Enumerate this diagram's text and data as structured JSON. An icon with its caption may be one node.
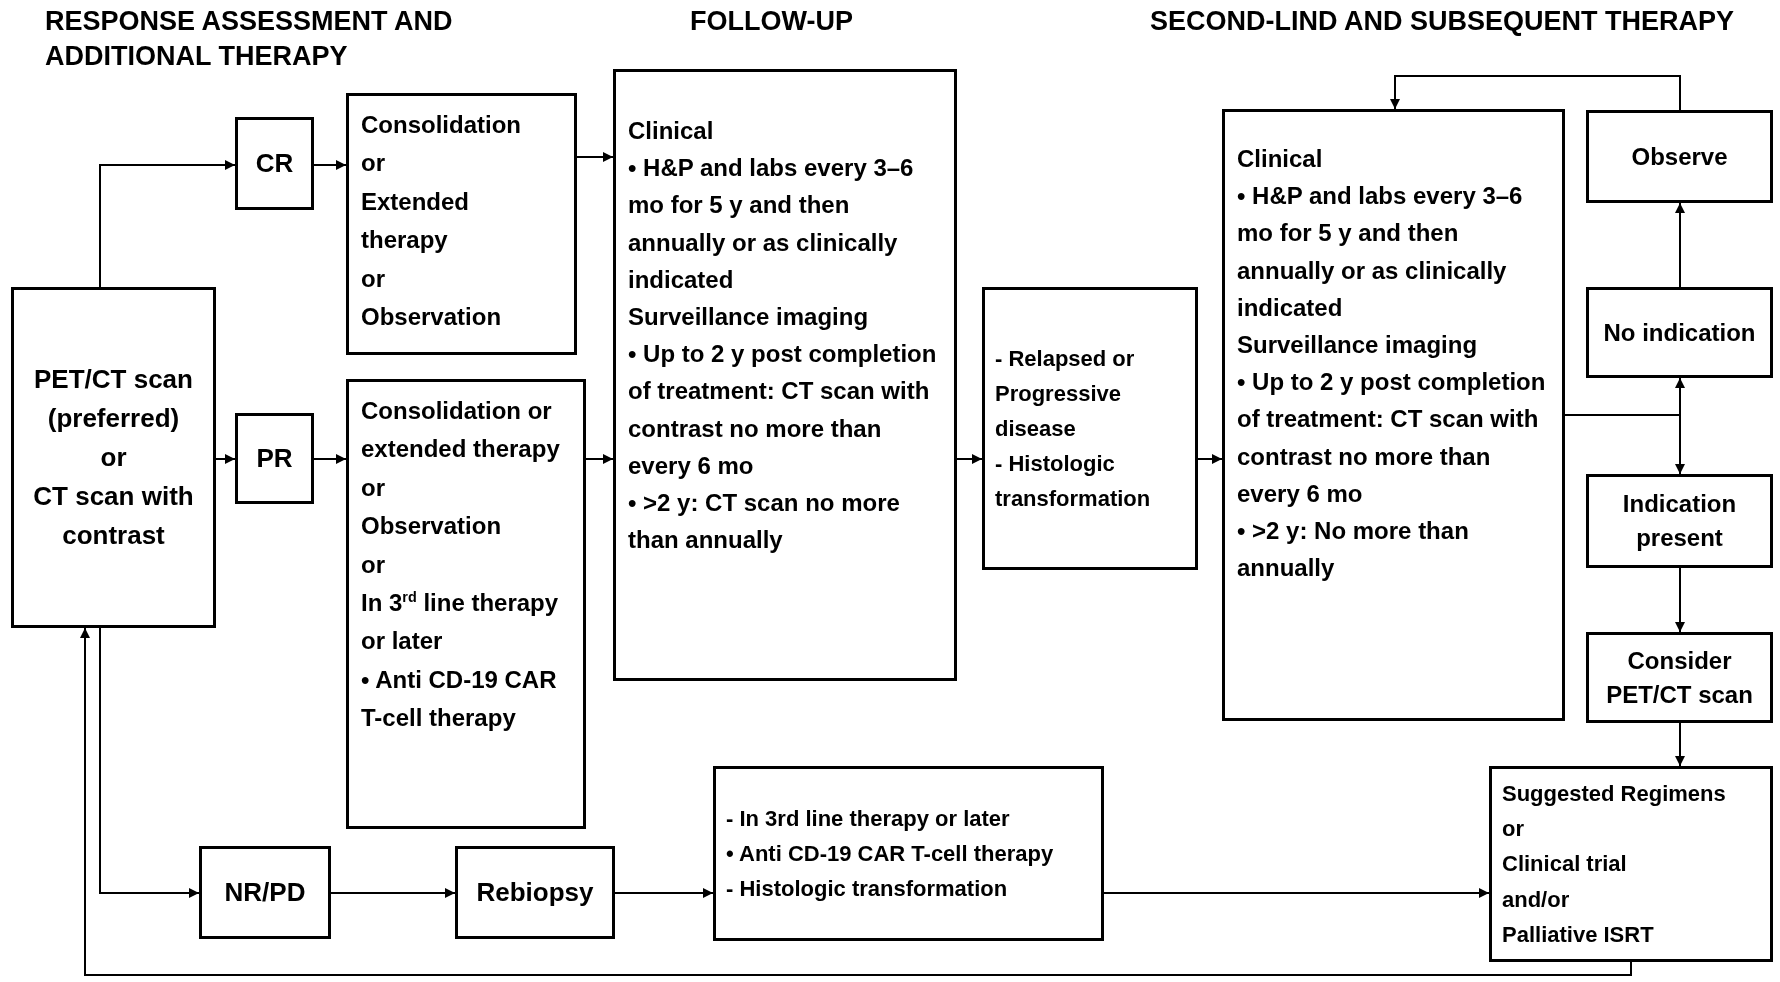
{
  "diagram": {
    "nodes": [
      {
        "text": [
          "PET/CT scan (preferred)",
          "or",
          "CT scan with contrast"
        ]
      },
      {
        "text": [
          "CR"
        ]
      },
      {
        "text": [
          "PR"
        ]
      },
      {
        "text": [
          "NR/PD"
        ]
      },
      {
        "text": [
          "Consolidation",
          "or",
          "Extended therapy",
          "or",
          "Observation"
        ]
      },
      {
        "text": [
          "Consolidation or extended therapy",
          "or",
          "Observation",
          "or",
          "In 3$^{rd}$ line therapy or later",
          "• Anti CD-19 CAR T-cell therapy"
        ]
      },
      {
        "text": [
          "Rebiopsy"
        ]
      },
      {
        "text": [
          "Clinical",
          "• H&P and labs every 3–6 mo for 5 y and then annually or as clinically indicated",
          "Surveillance imaging",
          "• Up to 2 y post completion of treatment: CT scan with contrast no more than every 6 mo",
          "• >2 y: CT scan no more than annually"
        ]
      },
      {
        "text": [
          "- Relapsed or Progressive disease",
          "- Histologic transformation"
        ]
      },
      {
        "text": [
          "- In 3rd line therapy or later",
          "• Anti CD-19 CAR T-cell therapy",
          "- Histologic transformation"
        ]
      },
      {
        "text": [
          "Clinical",
          "• H&P and labs every 3–6 mo for 5 y and then annually or as clinically indicated",
          "Surveillance imaging",
          "• Up to 2 y post completion of treatment: CT scan with contrast no more than every 6 mo",
          "• >2 y: No more than annually"
        ]
      },
      {
        "text": [
          "Observe"
        ]
      },
      {
        "text": [
          "No indication"
        ]
      },
      {
        "text": [
          "Indication present"
        ]
      },
      {
        "text": [
          "Consider PET/CT scan"
        ]
      },
      {
        "text": [
          "Suggested Regimens",
          "or",
          "Clinical trial",
          "and/or",
          "Palliative ISRT"
        ]
      }
    ],
    "edges": [
      {
        "from": 0,
        "to": 1,
        "arrow": "to"
      },
      {
        "from": 0,
        "to": 2,
        "arrow": "to"
      },
      {
        "from": 0,
        "to": 3,
        "arrow": "to"
      },
      {
        "from": 1,
        "to": 4,
        "arrow": "to"
      },
      {
        "from": 2,
        "to": 5,
        "arrow": "to"
      },
      {
        "from": 3,
        "to": 6,
        "arrow": "to"
      },
      {
        "from": 6,
        "to": 9,
        "arrow": "to"
      },
      {
        "from": 9,
        "to": 15,
        "arrow": "to"
      },
      {
        "from": 4,
        "to": 7,
        "arrow": "to"
      },
      {
        "from": 5,
        "to": 7,
        "arrow": "to"
      },
      {
        "from": 7,
        "to": 8,
        "arrow": "to"
      },
      {
        "from": 8,
        "to": 10,
        "arrow": "to"
      },
      {
        "from": 10,
        "to": 12,
        "arrow": "to"
      },
      {
        "from": 10,
        "to": 13,
        "arrow": "to"
      },
      {
        "from": 12,
        "to": 11,
        "arrow": "to"
      },
      {
        "from": 11,
        "to": 10,
        "arrow": "to"
      },
      {
        "from": 13,
        "to": 14,
        "arrow": "to"
      },
      {
        "from": 14,
        "to": 15,
        "arrow": "to"
      },
      {
        "from": 15,
        "to": 0,
        "arrow": "to"
      }
    ],
    "labels": [
      "RESPONSE ASSESSMENT AND ADDITIONAL THERAPY",
      "FOLLOW-UP",
      "SECOND-LIND AND SUBSEQUENT THERAPY"
    ]
  }
}
